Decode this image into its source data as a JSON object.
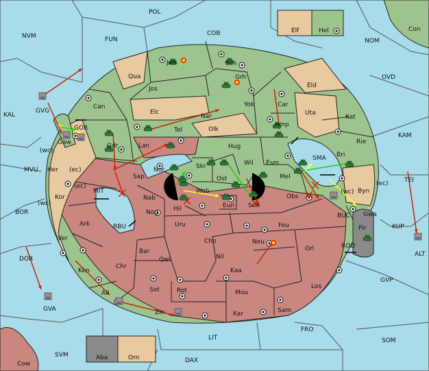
{
  "colors": {
    "sea": "#a8dcea",
    "green": "#9dc48e",
    "tan": "#e9c9a0",
    "rose": "#c9877f",
    "gray": "#8a8a8a",
    "order_red": "#cc2200",
    "order_green": "#22cc00",
    "order_yellow": "#ffff22",
    "tank": "#2f7a2f"
  },
  "legend": {
    "label_tan": "Elf",
    "label_green": "Hel"
  },
  "sea_labels": [
    "POL",
    "COB",
    "NVM",
    "FUN",
    "NOM",
    "OVD",
    "Con",
    "KAL",
    "KAM",
    "MVU",
    "BOR",
    "TEI",
    "KUP",
    "ALT",
    "DOR",
    "GVA",
    "GVP",
    "FRO",
    "SOM",
    "LIT",
    "DAX",
    "SVM",
    "Cow",
    "GVG",
    "GOR",
    "MIT",
    "RBU",
    "SMA",
    "BUC",
    "ROD"
  ],
  "land_labels": [
    "Jad",
    "Sch",
    "Qua",
    "Grh",
    "Jos",
    "Eld",
    "Can",
    "Car",
    "Uta",
    "Elc",
    "Nar",
    "Yok",
    "Kat",
    "Tel",
    "Olk",
    "Amp",
    "Rie",
    "Gaw",
    "Gdr",
    "Hug",
    "Bri",
    "Lan",
    "Esm",
    "Nor",
    "Skr",
    "Wil",
    "Her",
    "Sap",
    "Ost",
    "Mel",
    "Byn",
    "Kor",
    "Web",
    "Nab",
    "Obs",
    "Eun",
    "Sun",
    "Hil",
    "Gwa",
    "Nog",
    "Uru",
    "Feu",
    "Ark",
    "Pir",
    "Ver",
    "Chp",
    "Neu",
    "Orl",
    "Bar",
    "Qwi",
    "Nil",
    "Chr",
    "Ken",
    "Kaa",
    "Ail",
    "Sot",
    "Rot",
    "Mou",
    "Los",
    "Zin",
    "Kar",
    "Sam",
    "Aba",
    "Orn"
  ],
  "coast_labels": [
    "(wc)",
    "(ec)",
    "(ec)",
    "(wc)",
    "(wc)",
    "(ec)"
  ]
}
